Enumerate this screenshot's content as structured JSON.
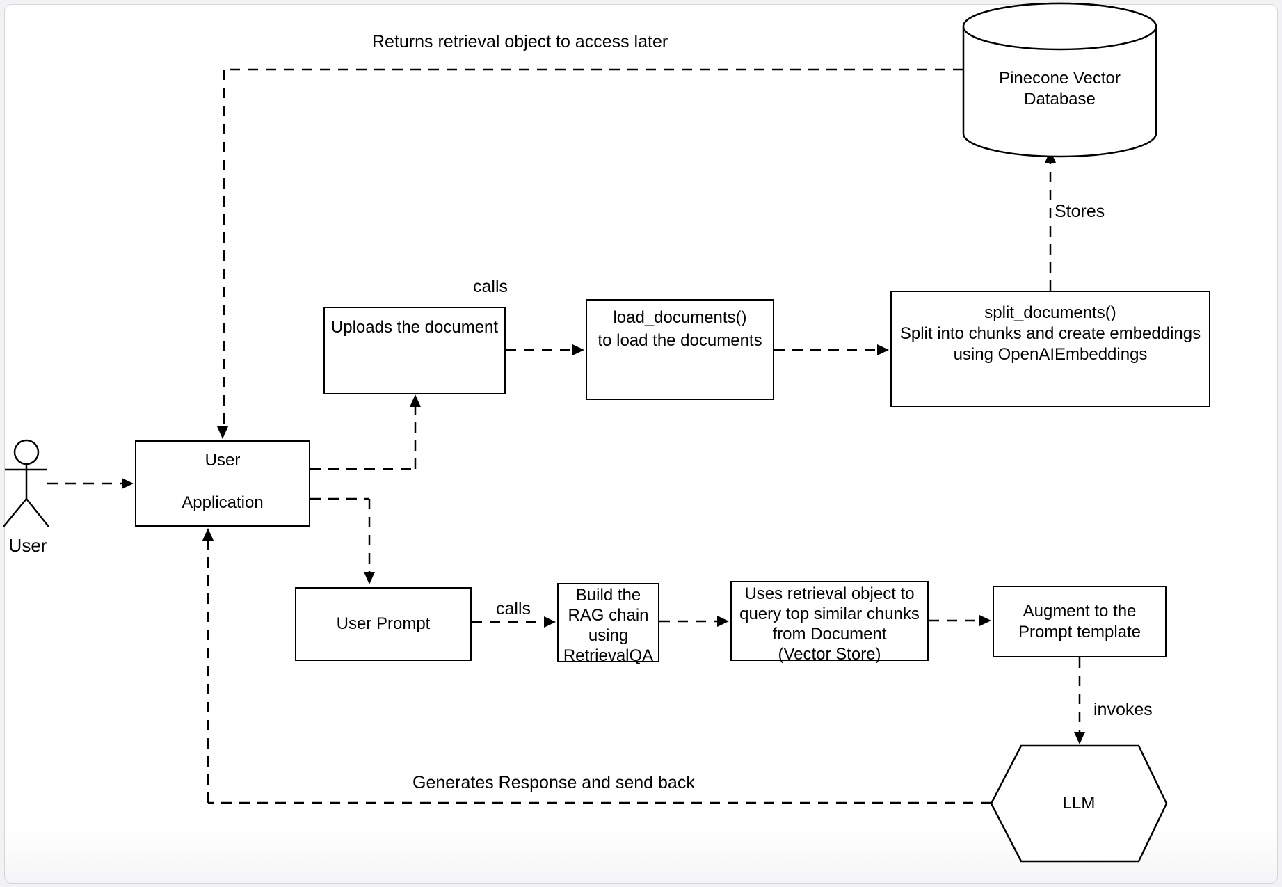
{
  "page": {
    "background": "#f2f2f4",
    "canvas_background": "#ffffff",
    "stroke_color": "#000000"
  },
  "diagram": {
    "actor": {
      "label": "User"
    },
    "nodes": {
      "user_application": {
        "lines": [
          "User",
          "Application"
        ]
      },
      "uploads_document": {
        "lines": [
          "Uploads the document"
        ]
      },
      "load_documents": {
        "lines": [
          "load_documents()",
          "to load the documents"
        ]
      },
      "split_documents": {
        "lines": [
          "split_documents()",
          "Split into chunks and create embeddings",
          "using OpenAIEmbeddings"
        ]
      },
      "pinecone": {
        "lines": [
          "Pinecone Vector",
          "Database"
        ]
      },
      "user_prompt": {
        "lines": [
          "User Prompt"
        ]
      },
      "build_rag_chain": {
        "lines": [
          "Build the",
          "RAG chain",
          "using",
          "RetrievalQA"
        ]
      },
      "uses_retrieval": {
        "lines": [
          "Uses retrieval object to",
          "query top similar chunks",
          "from Document",
          "(Vector Store)"
        ]
      },
      "augment_prompt": {
        "lines": [
          "Augment to the",
          "Prompt template"
        ]
      },
      "llm": {
        "lines": [
          "LLM"
        ]
      }
    },
    "edge_labels": {
      "returns_retrieval": "Returns retrieval object to access later",
      "calls_upload": "calls",
      "stores": "Stores",
      "calls_rag": "calls",
      "invokes": "invokes",
      "generates_response": "Generates Response and send back"
    }
  }
}
